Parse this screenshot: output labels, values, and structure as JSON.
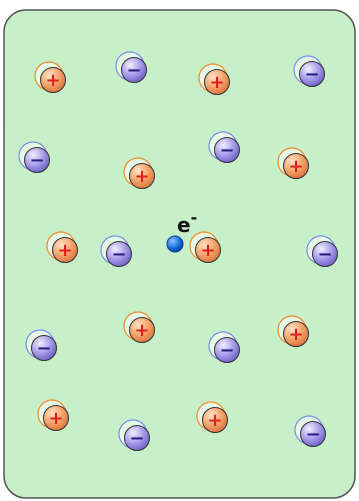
{
  "diagram": {
    "background_color": "#c8f0c8",
    "border_color": "#555555",
    "electron": {
      "label": "e",
      "charge_superscript": "-",
      "color": "#1a6fe0"
    },
    "ion_types": {
      "cation": {
        "sign": "+",
        "fill": "#f4a36a",
        "sign_color": "#e0201a",
        "ghost": "#f08a2a"
      },
      "anion": {
        "sign": "−",
        "fill": "#a79bea",
        "sign_color": "#2a2080",
        "ghost": "#7b8ce6"
      }
    },
    "ions": [
      {
        "row": 1,
        "col": 1,
        "type": "cation"
      },
      {
        "row": 1,
        "col": 2,
        "type": "anion"
      },
      {
        "row": 1,
        "col": 3,
        "type": "cation"
      },
      {
        "row": 1,
        "col": 4,
        "type": "anion"
      },
      {
        "row": 2,
        "col": 1,
        "type": "anion"
      },
      {
        "row": 2,
        "col": 2,
        "type": "cation"
      },
      {
        "row": 2,
        "col": 3,
        "type": "anion"
      },
      {
        "row": 2,
        "col": 4,
        "type": "cation"
      },
      {
        "row": 3,
        "col": 1,
        "type": "cation"
      },
      {
        "row": 3,
        "col": 2,
        "type": "anion"
      },
      {
        "row": 3,
        "col": 3,
        "type": "cation"
      },
      {
        "row": 3,
        "col": 4,
        "type": "anion"
      },
      {
        "row": 4,
        "col": 1,
        "type": "anion"
      },
      {
        "row": 4,
        "col": 2,
        "type": "cation"
      },
      {
        "row": 4,
        "col": 3,
        "type": "anion"
      },
      {
        "row": 4,
        "col": 4,
        "type": "cation"
      },
      {
        "row": 5,
        "col": 1,
        "type": "cation"
      },
      {
        "row": 5,
        "col": 2,
        "type": "anion"
      },
      {
        "row": 5,
        "col": 3,
        "type": "cation"
      },
      {
        "row": 5,
        "col": 4,
        "type": "anion"
      }
    ]
  }
}
